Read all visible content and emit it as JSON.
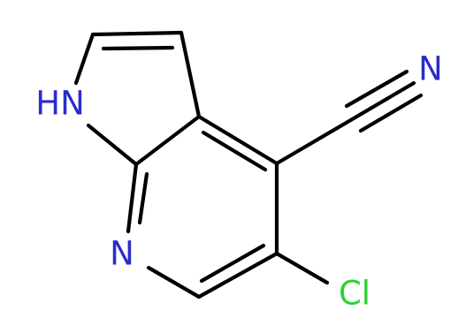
{
  "molecule": {
    "atoms": {
      "nh": {
        "label": "HN",
        "color": "#2b2bcc"
      },
      "pyridine_n": {
        "label": "N",
        "color": "#2b2bcc"
      },
      "nitrile_n": {
        "label": "N",
        "color": "#2b2bcc"
      },
      "chlorine": {
        "label": "Cl",
        "color": "#2fd12f"
      }
    },
    "bond_color": "#000000"
  }
}
